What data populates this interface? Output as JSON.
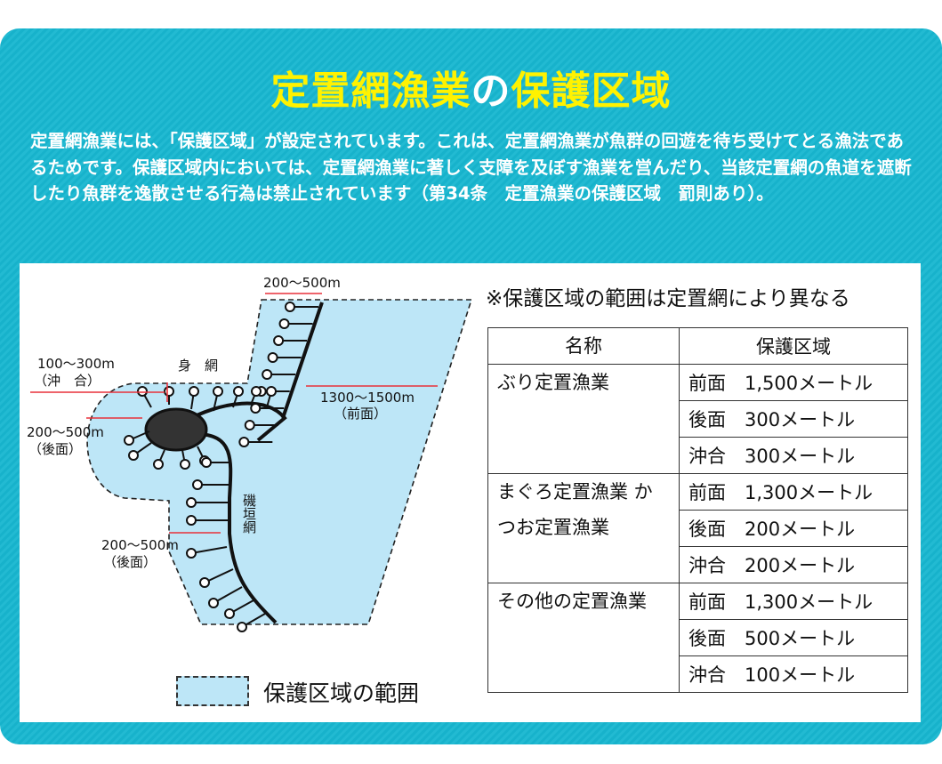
{
  "title": {
    "part1": "定置網漁業",
    "part2": "の",
    "part3": "保護区域"
  },
  "intro": "定置網漁業には、「保護区域」が設定されています。これは、定置網漁業が魚群の回遊を待ち受けてとる漁法であるためです。保護区域内においては、定置網漁業に著しく支障を及ぼす漁業を営んだり、当該定置網の魚道を遮断したり魚群を逸散させる行為は禁止されています（第34条　定置漁業の保護区域　罰則あり）。",
  "diagram": {
    "labels": {
      "top_width": "200～500m",
      "offshore": "100～300m",
      "offshore_sub": "（沖　合）",
      "body_net": "身　網",
      "rear1": "200～500m",
      "rear1_sub": "（後面）",
      "front": "1300～1500m",
      "front_sub": "（前面）",
      "leader_net": "磯垣網",
      "rear2": "200～500m",
      "rear2_sub": "（後面）"
    },
    "legend": "保護区域の範囲"
  },
  "note": "※保護区域の範囲は定置網により異なる",
  "table": {
    "headers": [
      "名称",
      "保護区域"
    ],
    "groups": [
      {
        "name": "ぶり定置漁業",
        "rows": [
          "前面　1,500メートル",
          "後面　300メートル",
          "沖合　300メートル"
        ]
      },
      {
        "name": "まぐろ定置漁業 かつお定置漁業",
        "rows": [
          "前面　1,300メートル",
          "後面　200メートル",
          "沖合　200メートル"
        ]
      },
      {
        "name": "その他の定置漁業",
        "rows": [
          "前面　1,300メートル",
          "後面　500メートル",
          "沖合　100メートル"
        ]
      }
    ]
  },
  "colors": {
    "frame": "#17b2cb",
    "title": "#fff200",
    "area": "#bde6f7",
    "arrow": "#e8313a"
  }
}
